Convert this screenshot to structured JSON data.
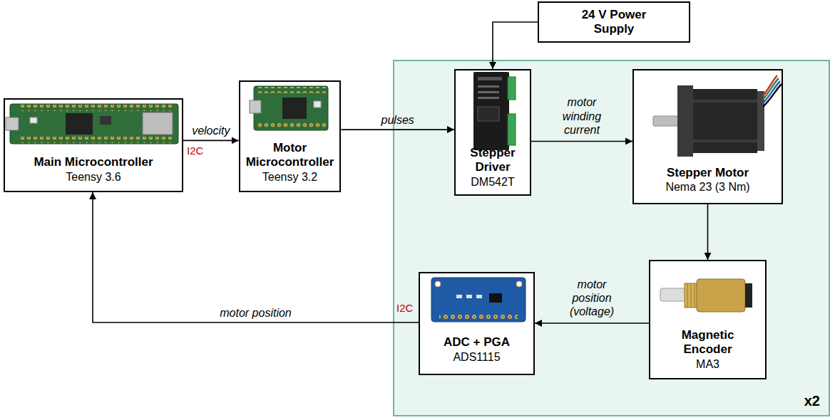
{
  "diagram": {
    "nodes": [
      {
        "text": [
          "Main Microcontroller",
          "Teensy 3.6"
        ]
      },
      {
        "text": [
          "Motor Microcontroller",
          "Teensy 3.2"
        ]
      },
      {
        "text": [
          "24 V Power Supply"
        ]
      },
      {
        "text": [
          "x2"
        ]
      },
      {
        "text": [
          "Stepper Driver",
          "DM542T"
        ],
        "in": 3
      },
      {
        "text": [
          "Stepper Motor",
          "Nema 23 (3 Nm)"
        ],
        "in": 3
      },
      {
        "text": [
          "ADC + PGA",
          "ADS1115"
        ],
        "in": 3
      },
      {
        "text": [
          "Magnetic Encoder",
          "MA3"
        ],
        "in": 3
      }
    ],
    "edges": [
      {
        "from": 0,
        "to": 1,
        "label": "velocity",
        "arrow": "to"
      },
      {
        "from": 1,
        "to": 4,
        "label": "pulses",
        "arrow": "to"
      },
      {
        "from": 2,
        "to": 4,
        "arrow": "to"
      },
      {
        "from": 4,
        "to": 5,
        "label": "motor winding current",
        "arrow": "to"
      },
      {
        "from": 5,
        "to": 7,
        "arrow": "to"
      },
      {
        "from": 7,
        "to": 6,
        "label": "motor position (voltage)",
        "arrow": "to"
      },
      {
        "from": 6,
        "to": 0,
        "label": "motor position",
        "arrow": "to"
      }
    ],
    "labels": [
      "I2C",
      "I2C"
    ]
  }
}
